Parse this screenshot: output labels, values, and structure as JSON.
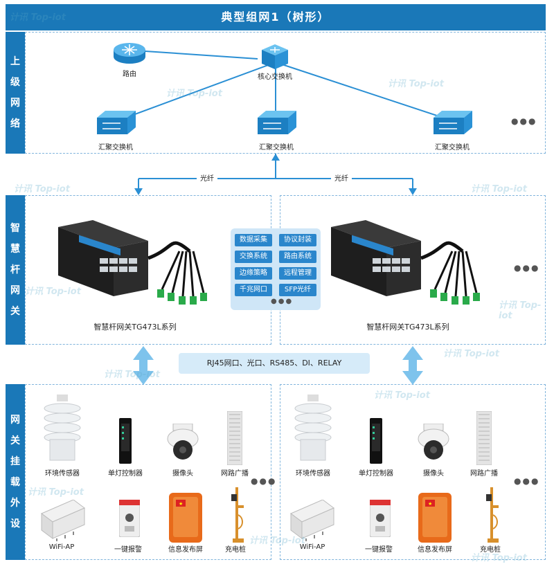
{
  "title": "典型组网1（树形）",
  "sections": {
    "upper": "上\n级\n网\n络",
    "gateway": "智\n慧\n杆\n网\n关",
    "devices": "网\n关\n挂\n载\n外\n设"
  },
  "upper_network": {
    "router": "路由",
    "core_switch": "核心交换机",
    "agg_switch_1": "汇聚交换机",
    "agg_switch_2": "汇聚交换机",
    "agg_switch_3": "汇聚交换机",
    "more": "●●●"
  },
  "fiber_left": "光纤",
  "fiber_right": "光纤",
  "gateway_left": {
    "name": "智慧杆网关TG473L系列",
    "more": "●●●"
  },
  "gateway_right": {
    "name": "智慧杆网关TG473L系列",
    "more": "●●●"
  },
  "functions": [
    "数据采集",
    "协议封装",
    "交换系统",
    "路由系统",
    "边缘策略",
    "远程管理",
    "千兆网口",
    "SFP光纤"
  ],
  "functions_more": "●●●",
  "interfaces": "RJ45网口、光口、RS485、DI、RELAY",
  "peripherals_left": {
    "row1": [
      "环境传感器",
      "单灯控制器",
      "摄像头",
      "网路广播"
    ],
    "row2": [
      "WiFi-AP",
      "一键报警",
      "信息发布屏",
      "充电桩"
    ],
    "more": "●●●"
  },
  "peripherals_right": {
    "row1": [
      "环境传感器",
      "单灯控制器",
      "摄像头",
      "网路广播"
    ],
    "row2": [
      "WiFi-AP",
      "一键报警",
      "信息发布屏",
      "充电桩"
    ],
    "more": "●●●"
  },
  "watermark": "计讯 Top-iot",
  "colors": {
    "primary": "#1a78b8",
    "accent": "#2a86cc",
    "light": "#cfe6f7",
    "line": "#2a8fd4"
  }
}
